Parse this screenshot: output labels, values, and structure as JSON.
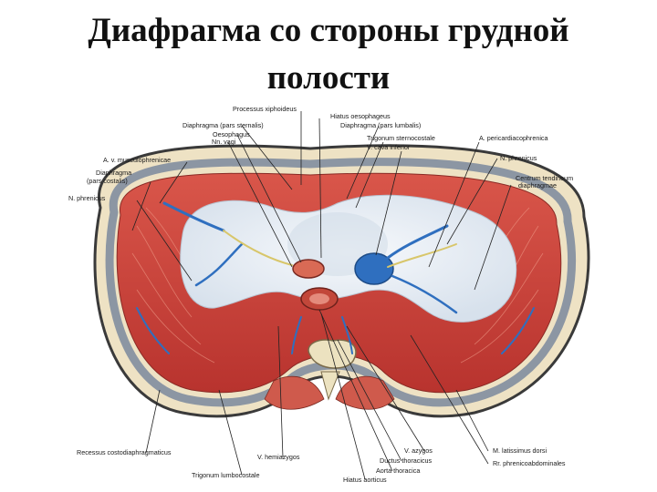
{
  "title": {
    "line1": "Диафрагма со стороны грудной",
    "line2": "полости"
  },
  "labels": {
    "processus_xiphoideus": "Processus xiphoideus",
    "hiatus_oesophageus": "Hiatus oesophageus",
    "diaphragma_sternalis": "Diaphragma (pars sternalis)",
    "diaphragma_lumbalis": "Diaphragma (pars lumbalis)",
    "oesophagus": "Oesophagus",
    "nn_vagi": "Nn. vagi",
    "trigonum_sternocostale": "Trigonum sternocostale",
    "v_cava_inferior": "V. cava inferior",
    "a_pericardiacophrenica": "A. pericardiacophrenica",
    "a_v_musculophrenicae": "A. v. musculophrenicae",
    "n_phrenicus_right": "N. phrenicus",
    "diaphragma_costalis_1": "Diaphragma",
    "diaphragma_costalis_2": "(pars costalis)",
    "n_phrenicus_left": "N. phrenicus",
    "centrum_tendineum_1": "Centrum tendineum",
    "centrum_tendineum_2": "diaphragmae",
    "recessus": "Recessus costodiaphragmaticus",
    "v_hemiazygos": "V. hemiazygos",
    "v_azygos": "V. azygos",
    "m_latissimus": "M. latissimus dorsi",
    "ductus_thoracicus": "Ductus thoracicus",
    "rr_phrenicoabdominales": "Rr. phrenicoabdominales",
    "aorta_thoracica": "Aorta thoracica",
    "trigonum_lumbocostale": "Trigonum lumbocostale",
    "hiatus_aorticus": "Hiatus aorticus"
  },
  "colors": {
    "muscle": "#c9403a",
    "muscle_light": "#e58a72",
    "tendon": "#e8edf3",
    "vein": "#2f6fbf",
    "aorta": "#c2473a",
    "bone": "#ece2c0",
    "outline": "#3a3a3a"
  }
}
